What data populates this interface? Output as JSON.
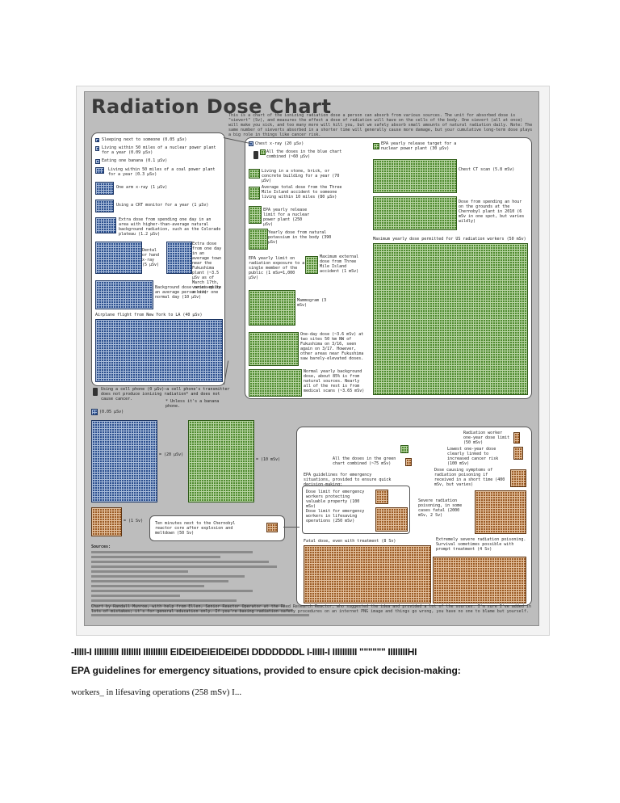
{
  "chart": {
    "title": "Radiation Dose Chart",
    "intro": "This is a chart of the ionizing radiation dose a person can absorb from various sources. The unit for absorbed dose is \"sievert\" (Sv), and measures the effect a dose of radiation will have on the cells of the body. One sievert (all at once) will make you sick, and too many more will kill you, but we safely absorb small amounts of natural radiation daily. Note: The same number of sieverts absorbed in a shorter time will generally cause more damage, but your cumulative long-term dose plays a big role in things like cancer risk.",
    "blue_panel": {
      "items": [
        "Sleeping next to someone (0.05 µSv)",
        "Living within 50 miles of a nuclear power plant for a year (0.09 µSv)",
        "Eating one banana (0.1 µSv)",
        "Living within 50 miles of a coal power plant for a year (0.3 µSv)",
        "One arm x-ray (1 µSv)",
        "Using a CRT monitor for a year (1 µSv)",
        "Extra dose from spending one day in an area with higher-than-average natural background radiation, such as the Colorado plateau (1.2 µSv)",
        "Dental or hand x-ray (5 µSv)",
        "Extra dose from one day in an average town near the Fukushima plant (~3.5 µSv as of March 17th, varies quite a bit)",
        "Background dose received by an average person over one normal day (10 µSv)",
        "Airplane flight from New York to LA (40 µSv)"
      ],
      "footnote": "Using a cell phone (0 µSv)—a cell phone's transmitter does not produce ionizing radiation* and does not cause cancer.",
      "footnote_star": "* Unless it's a banana phone."
    },
    "green_panel": {
      "items": [
        "Chest x-ray (20 µSv)",
        "All the doses in the blue chart combined (~60 µSv)",
        "Living in a stone, brick, or concrete building for a year (70 µSv)",
        "Average total dose from the Three Mile Island accident to someone living within 10 miles (80 µSv)",
        "EPA yearly release limit for a nuclear power plant (250 µSv)",
        "Yearly dose from natural potassium in the body (390 µSv)",
        "EPA yearly limit on radiation exposure to a single member of the public (1 mSv=1,000 µSv)",
        "Maximum external dose from Three Mile Island accident (1 mSv)",
        "Mammogram (3 mSv)",
        "One-day dose (~3.6 mSv) at two sites 50 km NW of Fukushima on 3/16, seen again on 3/17. However, other areas near Fukushima saw barely-elevated doses.",
        "Normal yearly background dose, about 85% is from natural sources. Nearly all of the rest is from medical scans (~3.65 mSv)",
        "EPA yearly release target for a nuclear power plant (30 µSv)",
        "Chest CT scan (5.8 mSv)",
        "Dose from spending an hour on the grounds at the Chernobyl plant in 2010 (6 mSv in one spot, but varies wildly)",
        "Maximum yearly dose permitted for US radiation workers (50 mSv)"
      ]
    },
    "legend": {
      "blue": "(0.05 µSv)",
      "blue_eq": "= (20 µSv)",
      "green_eq": "= (10 mSv)",
      "brown_eq": "= (1 Sv)"
    },
    "brown_panel": {
      "items": [
        "Radiation worker one-year dose limit (50 mSv)",
        "Lowest one-year dose clearly linked to increased cancer risk (100 mSv)",
        "All the doses in the green chart combined (~75 mSv)",
        "Dose causing symptoms of radiation poisoning if received in a short time (400 mSv, but varies)",
        "EPA guidelines for emergency situations, provided to ensure quick decision-making:",
        "Dose limit for emergency workers protecting valuable property (100 mSv)",
        "Dose limit for emergency workers in lifesaving operations (250 mSv)",
        "Severe radiation poisoning, in some cases fatal (2000 mSv, 2 Sv)",
        "Extremely severe radiation poisoning. Survival sometimes possible with prompt treatment (4 Sv)",
        "Fatal dose, even with treatment (8 Sv)"
      ],
      "chernobyl": "Ten minutes next to the Chernobyl reactor core after explosion and meltdown (50 Sv)"
    },
    "sources_label": "Sources:",
    "credits": "Chart by Randall Munroe, with help from Ellen, Senior Reactor Operator at the Reed Research Reactor, who suggested the idea and provided a lot of the sources. I'm sure I've added in lots of mistakes; it's for general education only. If you're basing radiation safety procedures on an internet PNG image and things go wrong, you have no one to blame but yourself."
  },
  "ocr": {
    "garbled": "-IIIII-I IIIIIIIIII IIIIIIII IIIIIIIIII EIDEIDEIEIDEIDEI DDDDDDDL I-IIIII-I IIIIIIIIII \"\"\"\"\"\" IIIIIIIIHI",
    "heading": "EPA guidelines for emergency situations, provided to ensure cpick decision-making:",
    "snippet": "workers_ in lifesaving operations (258 mSv) I..."
  }
}
